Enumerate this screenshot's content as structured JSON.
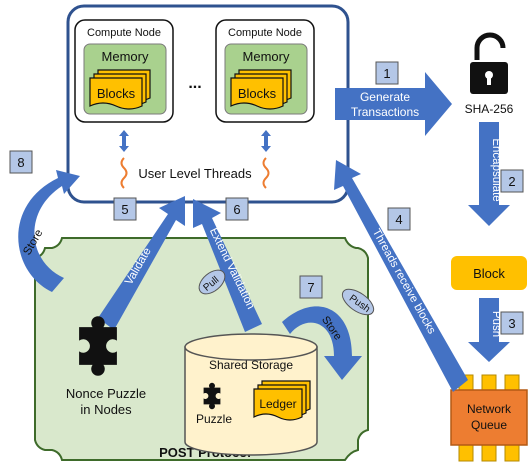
{
  "compute_nodes": [
    {
      "title": "Compute Node",
      "memory": "Memory",
      "blocks": "Blocks"
    },
    {
      "title": "Compute Node",
      "memory": "Memory",
      "blocks": "Blocks"
    }
  ],
  "ellipsis": "...",
  "user_level_threads": "User Level Threads",
  "steps": [
    "1",
    "2",
    "3",
    "4",
    "5",
    "6",
    "7",
    "8"
  ],
  "arrows": {
    "generate": [
      "Generate",
      "Transactions"
    ],
    "encapsulate": "Encapsulate",
    "push_queue": "Push",
    "threads_receive": "Threads receive blocks",
    "validate": "Validate",
    "extend_validation": "Extend Validation",
    "store_left": "Store",
    "pull": "Pull",
    "push_top": "Push",
    "store_curve": "Store"
  },
  "sha_label": "SHA-256",
  "block_label": "Block",
  "network_queue": [
    "Network",
    "Queue"
  ],
  "shared_storage": "Shared Storage",
  "puzzle_label": "Puzzle",
  "ledger_label": "Ledger",
  "nonce_puzzle": [
    "Nonce Puzzle",
    "in Nodes"
  ],
  "post_protocol": "POST Protocol",
  "colors": {
    "blue": "#4472c4",
    "green_fill": "#d9e8cc",
    "green_border": "#3e6b2a",
    "block_orange": "#ffc000",
    "queue_orange": "#ed7d31",
    "step_box": "#b4c7e7",
    "memory_green": "#a9d18e"
  }
}
